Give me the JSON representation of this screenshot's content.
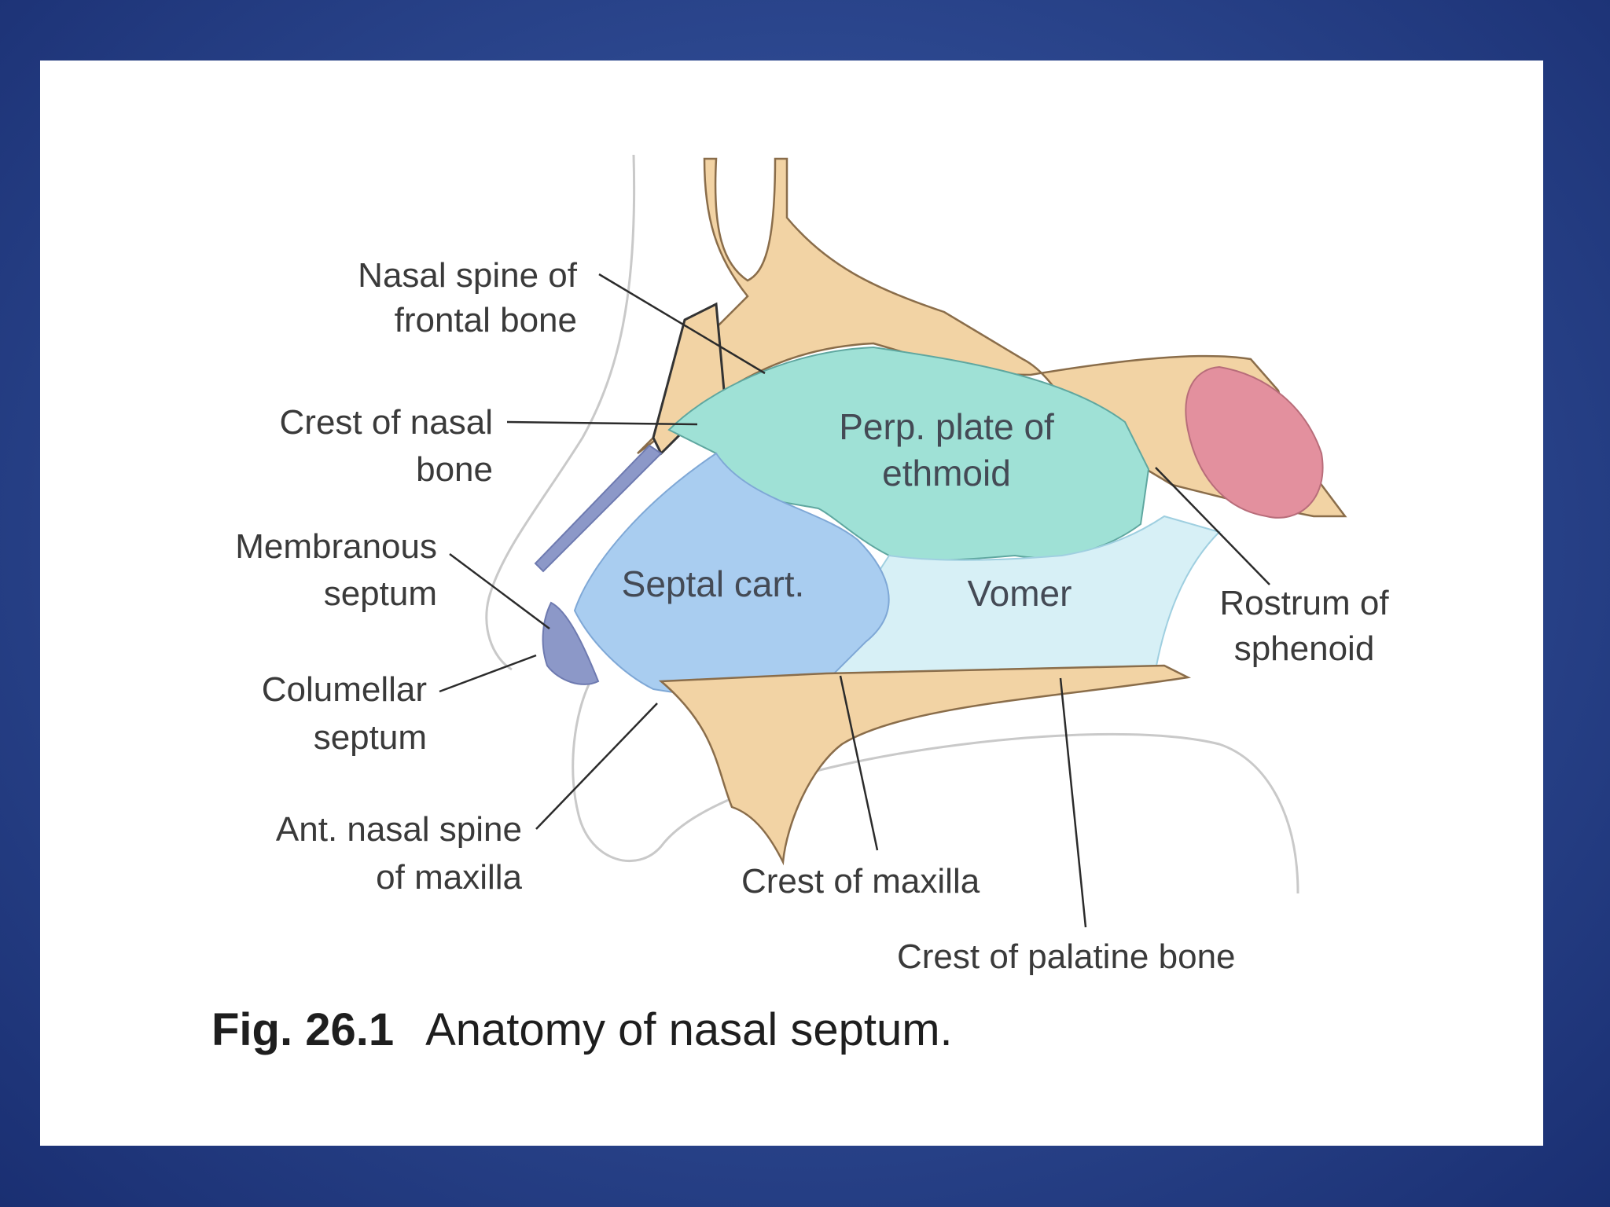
{
  "diagram": {
    "labels": {
      "nasal_spine_frontal": [
        "Nasal spine of",
        "frontal bone"
      ],
      "crest_nasal_bone": [
        "Crest of nasal",
        "bone"
      ],
      "membranous_septum": [
        "Membranous",
        "septum"
      ],
      "columellar_septum": [
        "Columellar",
        "septum"
      ],
      "ant_nasal_spine": [
        "Ant. nasal spine",
        "of maxilla"
      ],
      "crest_maxilla": "Crest of maxilla",
      "crest_palatine": "Crest of palatine bone",
      "rostrum_sphenoid": [
        "Rostrum of",
        "sphenoid"
      ],
      "perp_plate": [
        "Perp. plate of",
        "ethmoid"
      ],
      "septal_cart": "Septal cart.",
      "vomer": "Vomer"
    },
    "colors": {
      "bone": "#f2d3a4",
      "ethmoid": "#9fe1d6",
      "septal_cartilage": "#a9cdf0",
      "vomer": "#d7f0f6",
      "sphenoid_sinus": "#e3909e",
      "membranous": "#8c98c8"
    }
  },
  "caption": {
    "fig_number": "Fig. 26.1",
    "text": "Anatomy of nasal septum."
  }
}
